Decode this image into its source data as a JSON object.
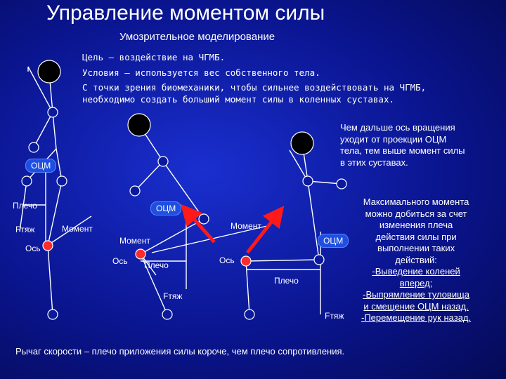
{
  "title": "Управление моментом силы",
  "subtitle": "Умозрительное моделирование",
  "text": {
    "goal": "Цель – воздействие на ЧГМБ.",
    "conditions": "Условия – используется вес собственного тела.",
    "mechanics_1": "С точки зрения биомеханики, чтобы сильнее воздействовать на ЧГМБ,",
    "mechanics_2": "необходимо создать больший момент силы в коленных суставах.",
    "note_1": "Чем дальше ось вращения",
    "note_2": "уходит от проекции ОЦМ",
    "note_3": "тела, тем выше момент силы",
    "note_4": "в этих суставах.",
    "max_1": "Максимального момента",
    "max_2": "можно добиться за счет",
    "max_3": "изменения плеча",
    "max_4": "действия силы при",
    "max_5": "выполнении таких",
    "max_6": "действий:",
    "max_7": "-Выведение коленей",
    "max_8": "вперед;",
    "max_9": "-Выпрямление туловища",
    "max_10": "и смещение ОЦМ назад.",
    "max_11": "-Перемещение рук назад.",
    "footer": "Рычаг скорости – плечо приложения силы короче, чем плечо сопротивления."
  },
  "labels": {
    "ocm": "ОЦМ",
    "arm": "Плечо",
    "force": "Fтяж",
    "moment": "Момент",
    "axis": "Ось"
  },
  "colors": {
    "background": "#0a1590",
    "joint_fill": "#0a1a9c",
    "joint_stroke": "#ffffff",
    "head_fill": "#000000",
    "axis_joint": "#ff2a2a",
    "arrow": "#ff1a1a",
    "text": "#ffffff",
    "ocm_box": "#1f4fe0"
  }
}
